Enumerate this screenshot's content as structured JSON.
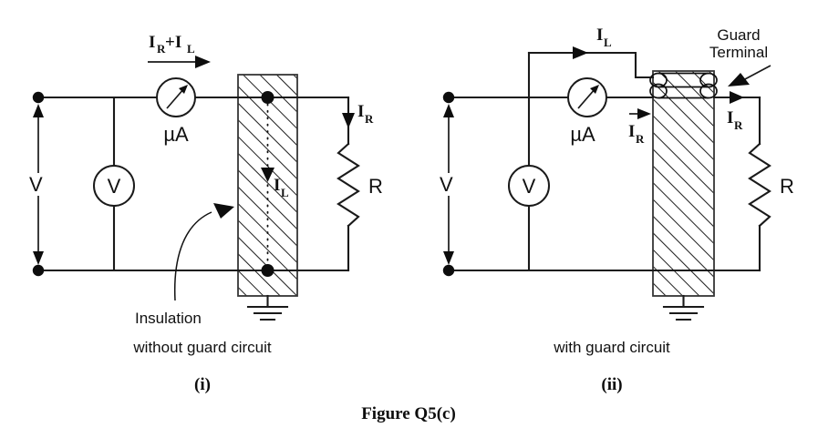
{
  "figure": {
    "caption": "Figure Q5(c)",
    "panels": [
      {
        "id": "i",
        "roman_label": "(i)",
        "subtitle": "without guard circuit",
        "labels": {
          "source_voltage": "V",
          "voltmeter": "V",
          "ammeter": "µA",
          "total_current_main": "I",
          "total_current_sub1": "R",
          "total_current_plus": "+I",
          "total_current_sub2": "L",
          "leakage_current_main": "I",
          "leakage_current_sub": "L",
          "resistor_current_main": "I",
          "resistor_current_sub": "R",
          "resistor": "R",
          "insulation": "Insulation"
        }
      },
      {
        "id": "ii",
        "roman_label": "(ii)",
        "subtitle": "with guard circuit",
        "labels": {
          "source_voltage": "V",
          "voltmeter": "V",
          "ammeter": "µA",
          "leakage_current_main": "I",
          "leakage_current_sub": "L",
          "meter_current_main": "I",
          "meter_current_sub": "R",
          "resistor_current_main": "I",
          "resistor_current_sub": "R",
          "resistor": "R",
          "guard_terminal_line1": "Guard",
          "guard_terminal_line2": "Terminal"
        }
      }
    ]
  },
  "colors": {
    "ink": "#111111",
    "wire": "#1a1a1a",
    "background": "#ffffff"
  }
}
